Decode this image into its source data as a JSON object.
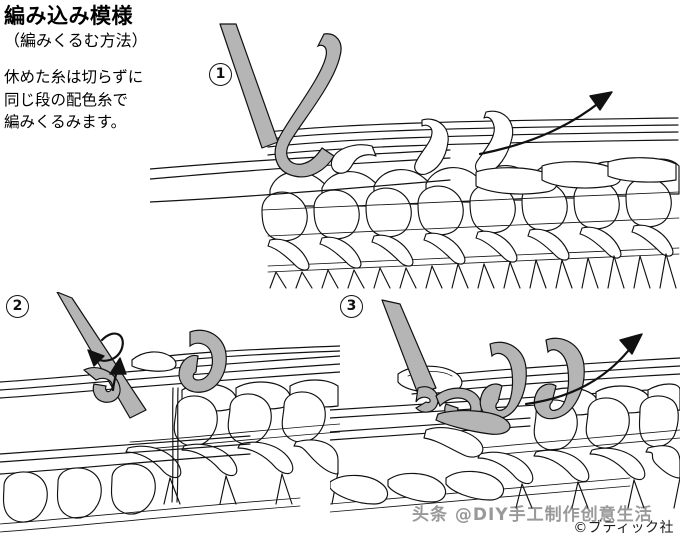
{
  "document": {
    "title": "編み込み模様",
    "subtitle": "（編みくるむ方法）",
    "body_lines": [
      "休めた糸は切らずに",
      "同じ段の配色糸で",
      "編みくるみます。"
    ],
    "copyright": "©ブティック社",
    "watermark": "头条 @DIY手工制作创意生活"
  },
  "steps": [
    {
      "number": "①",
      "label": "1",
      "name": "step-1"
    },
    {
      "number": "②",
      "label": "2",
      "name": "step-2"
    },
    {
      "number": "③",
      "label": "3",
      "name": "step-3"
    }
  ],
  "colors": {
    "ink": "#111111",
    "yarn_gray": "#b5b5b5",
    "background": "#ffffff"
  },
  "diagram": {
    "type": "crochet-instruction",
    "panel_count": 3,
    "panel_1_caption": "①",
    "panel_2_caption": "②",
    "panel_3_caption": "③"
  }
}
